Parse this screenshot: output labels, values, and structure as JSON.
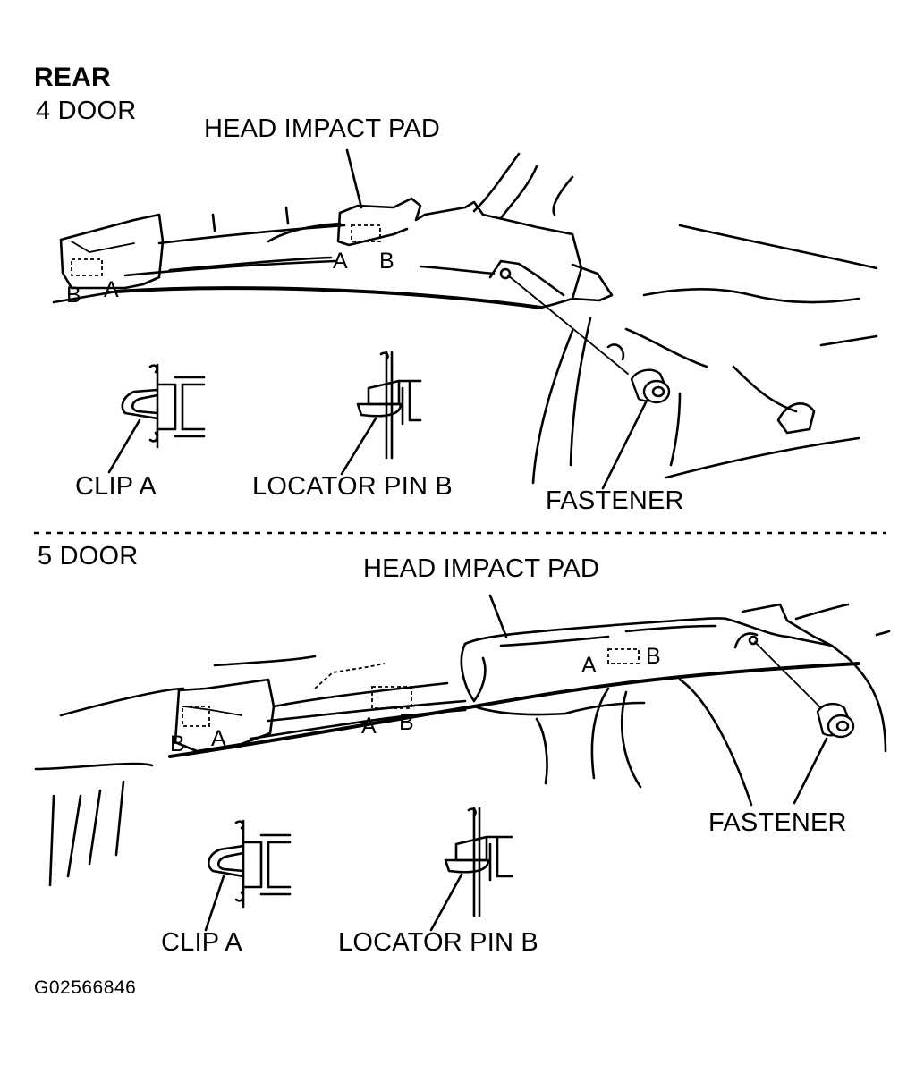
{
  "section": {
    "heading": "REAR"
  },
  "four_door": {
    "title": "4 DOOR",
    "head_impact_pad_label": "HEAD IMPACT PAD",
    "clip_label": "CLIP A",
    "locator_label": "LOCATOR PIN B",
    "fastener_label": "FASTENER",
    "marker_left_b": "B",
    "marker_left_a": "A",
    "marker_mid_a": "A",
    "marker_mid_b": "B"
  },
  "five_door": {
    "title": "5 DOOR",
    "head_impact_pad_label": "HEAD IMPACT PAD",
    "clip_label": "CLIP A",
    "locator_label": "LOCATOR PIN B",
    "fastener_label": "FASTENER",
    "marker_left_b": "B",
    "marker_left_a": "A",
    "marker_mid_a": "A",
    "marker_mid_b": "B",
    "marker_right_a": "A",
    "marker_right_b": "B"
  },
  "figure_code": "G02566846"
}
